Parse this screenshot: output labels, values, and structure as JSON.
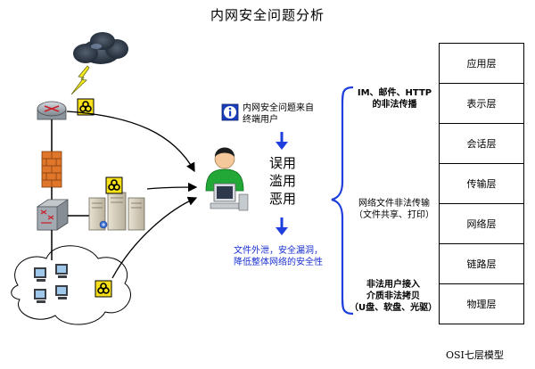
{
  "title": "内网安全问题分析",
  "center": {
    "info_line1": "内网安全问题来自",
    "info_line2": "终端用户",
    "misuse": [
      "误用",
      "滥用",
      "恶用"
    ],
    "effect_line1": "文件外泄，安全漏洞，",
    "effect_line2": "降低整体网络的安全性"
  },
  "threats": {
    "t1_line1": "IM、邮件、HTTP",
    "t1_line2": "的非法传播",
    "t2_line1": "网络文件非法传输",
    "t2_line2": "（文件共享、打印）",
    "t3_line1": "非法用户接入",
    "t3_line2": "介质非法拷贝",
    "t3_line3": "（U盘、软盘、光驱）"
  },
  "osi": {
    "layers": [
      "应用层",
      "表示层",
      "会话层",
      "传输层",
      "网络层",
      "链路层",
      "物理层"
    ],
    "caption": "OSI七层模型"
  },
  "colors": {
    "arrow_blue": "#1f3fdc",
    "effect_text": "#1a30d0",
    "biohazard_bg": "#f7e11a",
    "user_shirt": "#22a836",
    "firewall": "#e0762a",
    "router": "#9aa1a8"
  },
  "icons": [
    "cloud-icon",
    "lightning-icon",
    "router-icon",
    "firewall-icon",
    "switch-icon",
    "server-icon",
    "computer-icon",
    "biohazard-icon",
    "info-icon",
    "user-icon"
  ]
}
